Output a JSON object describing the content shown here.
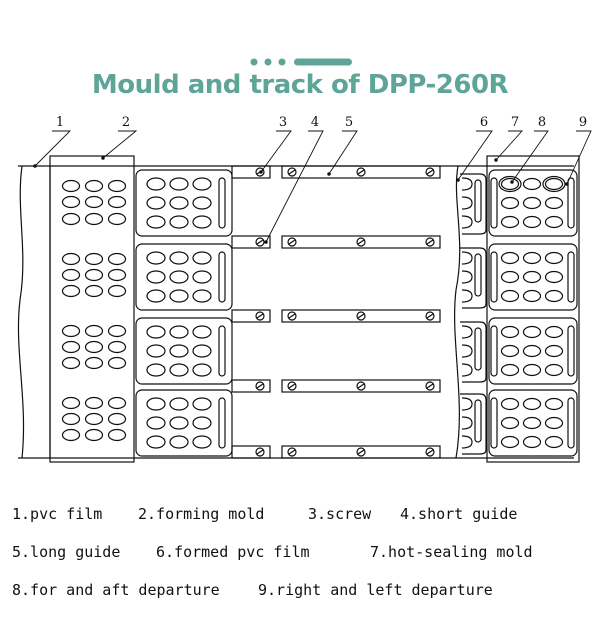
{
  "header": {
    "title": "Mould and track of DPP-260R",
    "accent_color": "#5fa498"
  },
  "callouts": [
    "1",
    "2",
    "3",
    "4",
    "5",
    "6",
    "7",
    "8",
    "9"
  ],
  "legend": [
    [
      "1.pvc film",
      "2.forming mold",
      "3.screw",
      "4.short guide"
    ],
    [
      "5.long guide",
      "6.formed pvc film",
      "7.hot-sealing mold"
    ],
    [
      "8.for and aft departure",
      "9.right and left departure"
    ]
  ]
}
